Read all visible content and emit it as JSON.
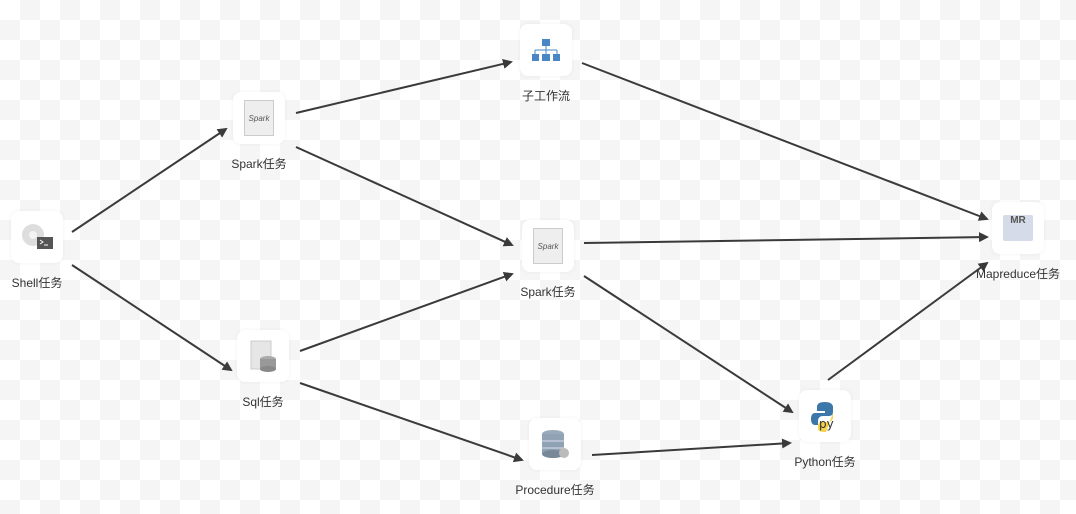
{
  "nodes": {
    "shell": {
      "label": "Shell任务",
      "icon": "shell-icon"
    },
    "spark1": {
      "label": "Spark任务",
      "icon": "spark-icon"
    },
    "subflow": {
      "label": "子工作流",
      "icon": "sub-workflow-icon"
    },
    "spark2": {
      "label": "Spark任务",
      "icon": "spark-icon"
    },
    "sql": {
      "label": "Sql任务",
      "icon": "sql-icon"
    },
    "procedure": {
      "label": "Procedure任务",
      "icon": "procedure-icon"
    },
    "python": {
      "label": "Python任务",
      "icon": "python-icon"
    },
    "mapreduce": {
      "label": "Mapreduce任务",
      "icon": "mapreduce-icon",
      "icon_text": "MR"
    },
    "spark_icon_text": "Spark",
    "python_icon_text": "py"
  },
  "edges": [
    [
      "shell",
      "spark1"
    ],
    [
      "shell",
      "sql"
    ],
    [
      "spark1",
      "subflow"
    ],
    [
      "spark1",
      "spark2"
    ],
    [
      "subflow",
      "mapreduce"
    ],
    [
      "spark2",
      "mapreduce"
    ],
    [
      "spark2",
      "python"
    ],
    [
      "sql",
      "spark2"
    ],
    [
      "sql",
      "procedure"
    ],
    [
      "procedure",
      "python"
    ],
    [
      "python",
      "mapreduce"
    ]
  ]
}
